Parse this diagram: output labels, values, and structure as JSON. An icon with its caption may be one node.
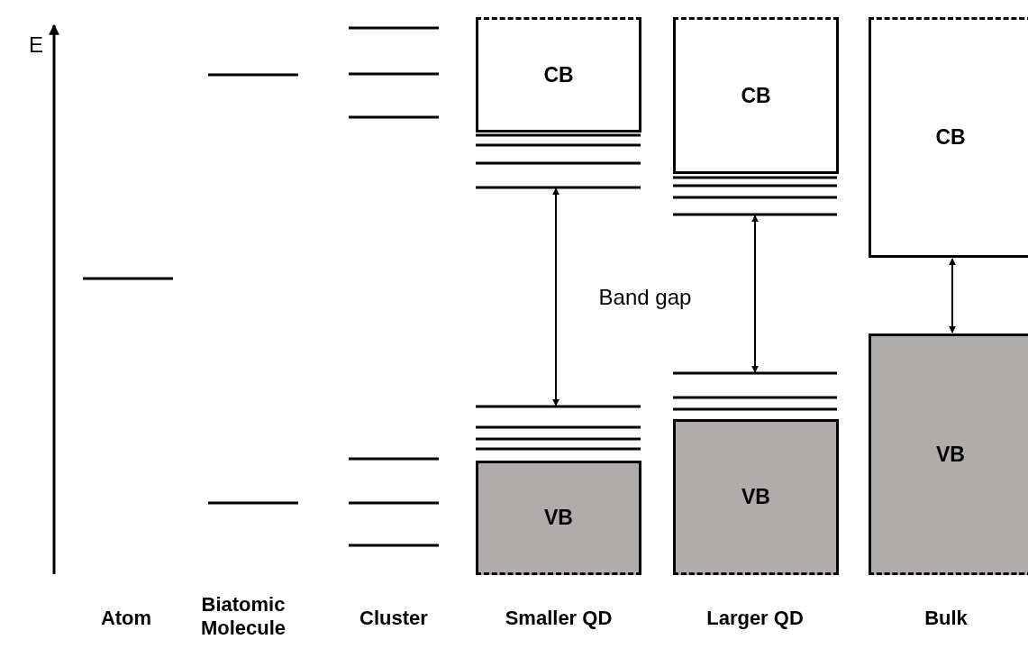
{
  "diagram": {
    "nodes": [
      {
        "text": [
          "CB"
        ]
      },
      {
        "text": [
          "VB"
        ]
      },
      {
        "text": [
          "CB"
        ]
      },
      {
        "text": [
          "VB"
        ]
      },
      {
        "text": [
          "CB"
        ]
      },
      {
        "text": [
          "VB"
        ]
      }
    ],
    "edges": [
      {
        "from": 4,
        "to": 5,
        "arrow": "both"
      }
    ],
    "labels": [
      "E",
      "Band gap",
      "Atom",
      "Biatomic Molecule",
      "Cluster",
      "Smaller QD",
      "Larger QD",
      "Bulk"
    ]
  }
}
